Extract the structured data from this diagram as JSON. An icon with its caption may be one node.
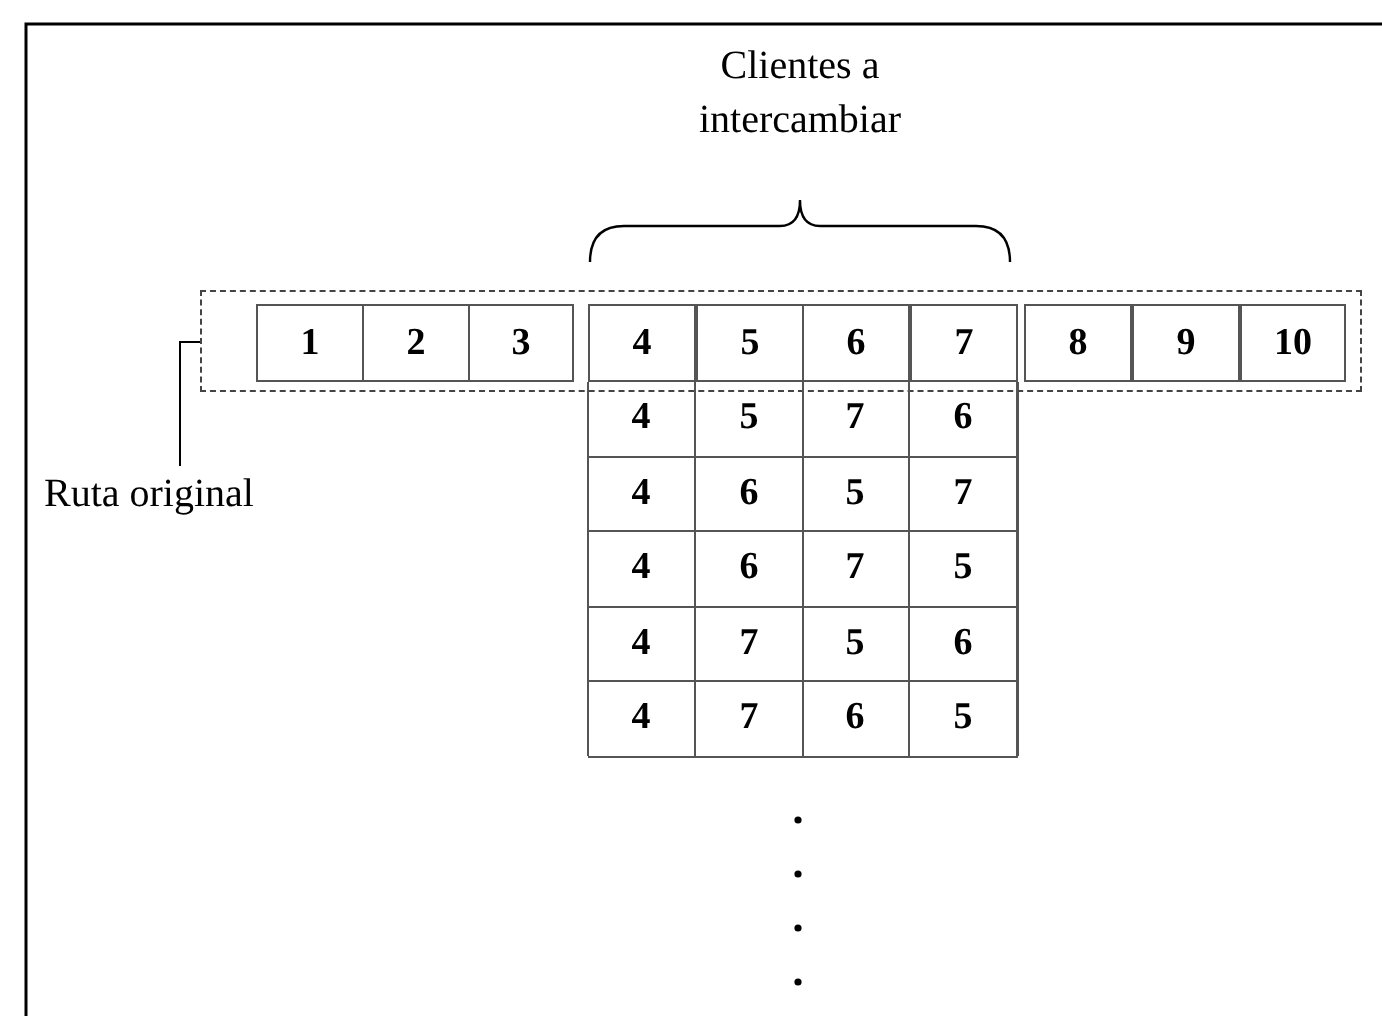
{
  "diagram": {
    "nodes": [
      {
        "text": [],
        "shape": "box"
      },
      {
        "text": [
          "Ruta original"
        ]
      }
    ],
    "edges": [
      {
        "from": 1,
        "to": 0,
        "arrow": "none"
      }
    ],
    "labels": [
      "Clientes a intercambiar",
      "1",
      "2",
      "3",
      "4",
      "5",
      "6",
      "7",
      "8",
      "9",
      "10",
      "4",
      "5",
      "7",
      "6",
      "4",
      "6",
      "5",
      "7",
      "4",
      "6",
      "7",
      "5",
      "4",
      "7",
      "5",
      "6",
      "4",
      "7",
      "6",
      "5"
    ]
  }
}
